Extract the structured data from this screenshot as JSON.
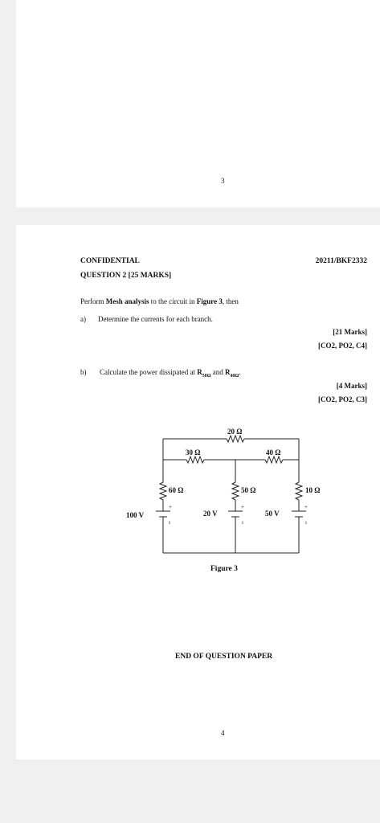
{
  "page1": {
    "page_number": "3"
  },
  "page2": {
    "header_left": "CONFIDENTIAL",
    "header_right": "20211/BKF2332",
    "question_title": "QUESTION 2 [25 MARKS]",
    "intro_prefix": "Perform ",
    "intro_bold": "Mesh analysis",
    "intro_mid": " to the circuit in ",
    "intro_fig": "Figure 3",
    "intro_suffix": ", then",
    "part_a_label": "a)",
    "part_a_text": "Determine the currents for each branch.",
    "part_a_marks": "[21 Marks]",
    "part_a_outcomes": "[CO2, PO2, C4]",
    "part_b_label": "b)",
    "part_b_prefix": "Calculate the power dissipated at ",
    "part_b_r1": "R",
    "part_b_r1_sub": "50Ω",
    "part_b_and": " and ",
    "part_b_r2": "R",
    "part_b_r2_sub": "40Ω",
    "part_b_end": ".",
    "part_b_marks": "[4 Marks]",
    "part_b_outcomes": "[CO2, PO2, C3]",
    "figure_caption": "Figure 3",
    "end_text": "END OF QUESTION PAPER",
    "page_number": "4"
  },
  "circuit": {
    "r_top": "20 Ω",
    "r_left_mid": "30 Ω",
    "r_right_mid": "40 Ω",
    "r_left_vert": "60 Ω",
    "r_center_vert": "50 Ω",
    "r_right_vert": "10 Ω",
    "v_left": "100 V",
    "v_center": "20 V",
    "v_right": "50 V",
    "plus": "+",
    "minus": "ı"
  }
}
